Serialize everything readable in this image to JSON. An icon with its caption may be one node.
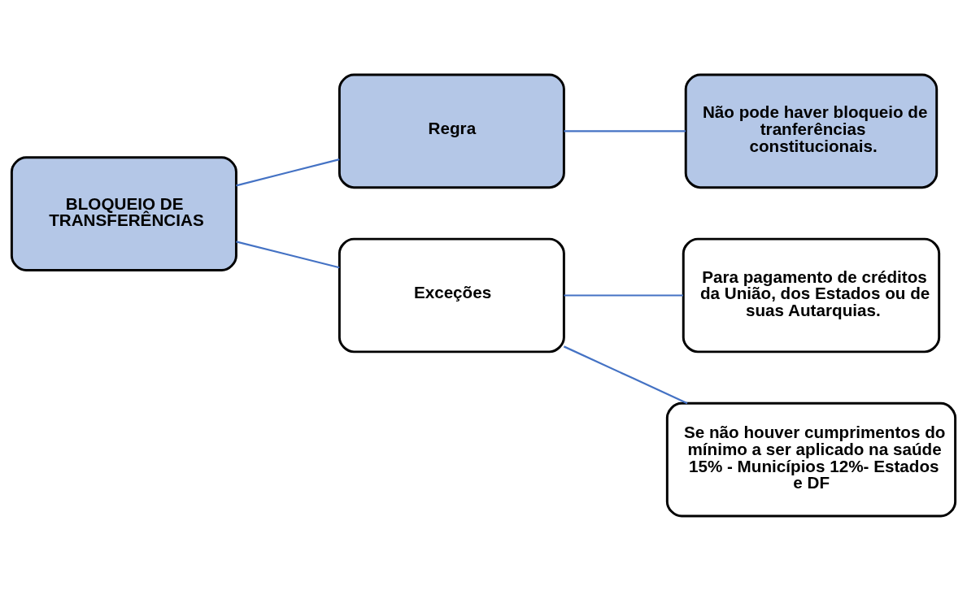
{
  "diagram": {
    "nodes": [
      {
        "text": [
          "BLOQUEIO DE TRANSFERÊNCIAS"
        ]
      },
      {
        "text": [
          "Regra"
        ]
      },
      {
        "text": [
          "Não pode haver bloqueio de tranferências constitucionais."
        ]
      },
      {
        "text": [
          "Exceções"
        ]
      },
      {
        "text": [
          "Para pagamento de créditos da União, dos Estados ou de suas Autarquias."
        ]
      },
      {
        "text": [
          "Se não houver cumprimentos do mínimo a ser aplicado na saúde 15% - Municípios 12%- Estados e DF"
        ]
      }
    ],
    "edges": [
      {
        "from": 0,
        "to": 1,
        "arrow": "none"
      },
      {
        "from": 0,
        "to": 3,
        "arrow": "none"
      },
      {
        "from": 1,
        "to": 2,
        "arrow": "none"
      },
      {
        "from": 3,
        "to": 4,
        "arrow": "none"
      },
      {
        "from": 3,
        "to": 5,
        "arrow": "none"
      }
    ]
  }
}
